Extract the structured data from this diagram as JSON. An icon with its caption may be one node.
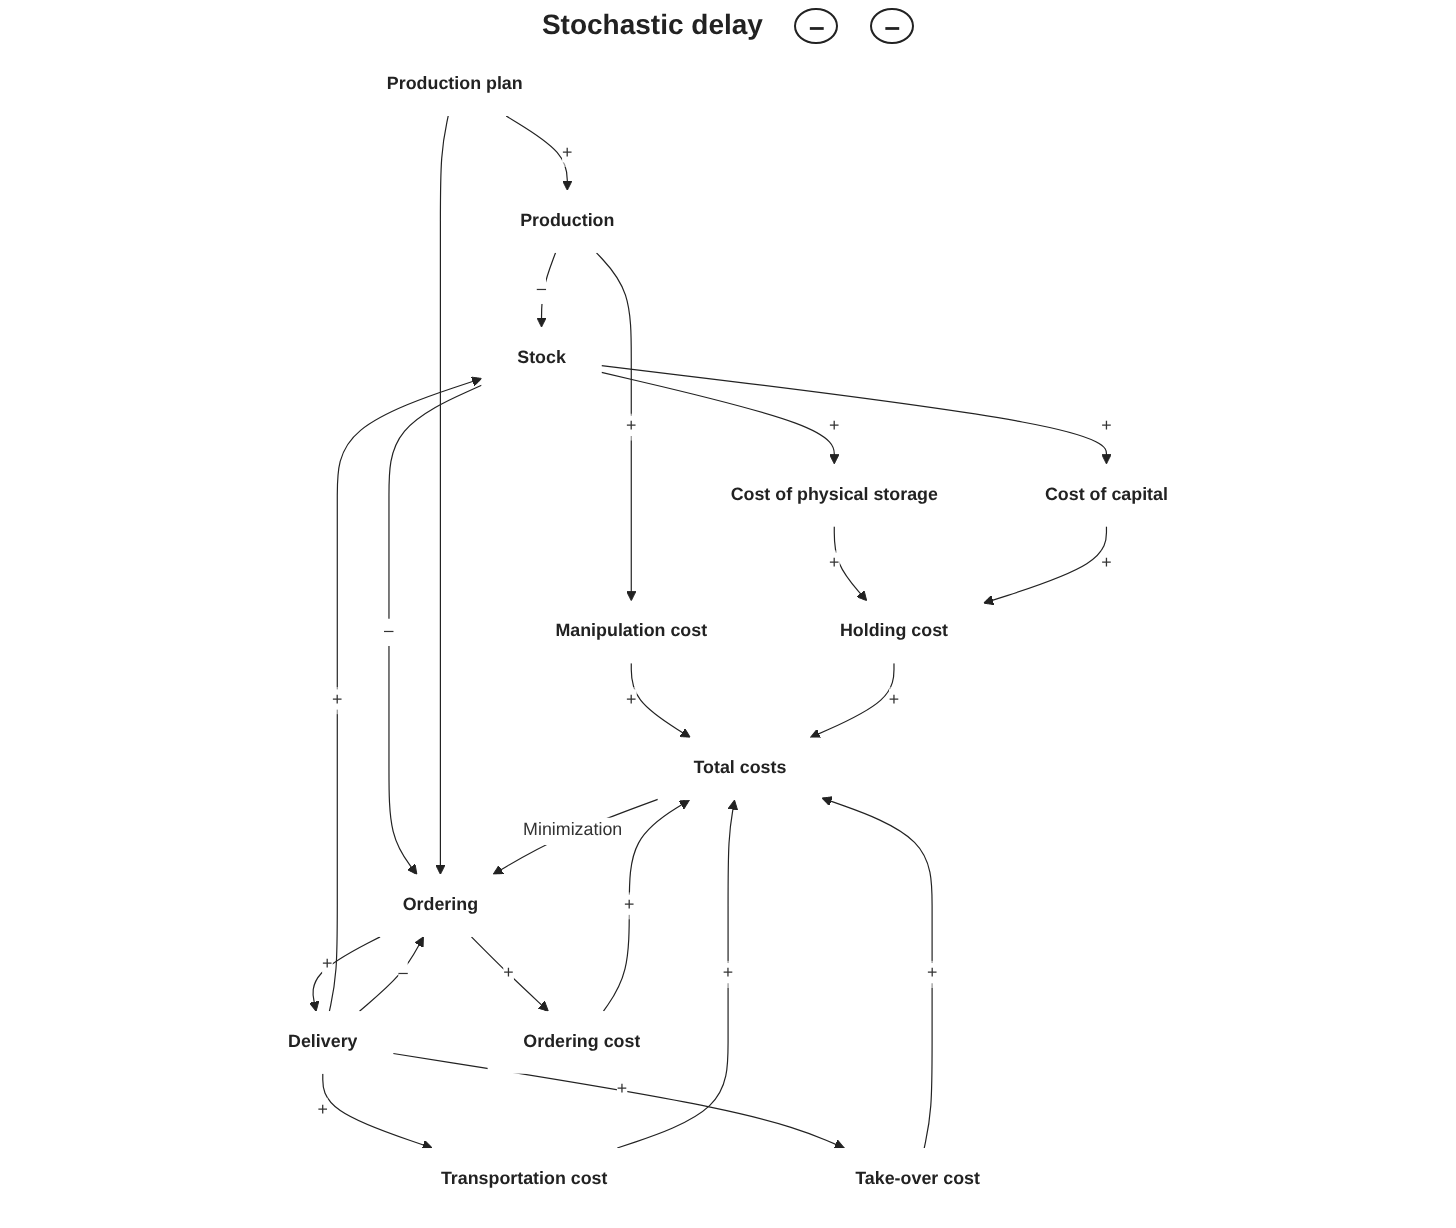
{
  "diagram": {
    "nodes": [
      {
        "text": [
          "Stock"
        ]
      },
      {
        "text": [
          "Cost of physical storage"
        ]
      },
      {
        "text": [
          "Production"
        ]
      },
      {
        "text": [
          "Cost of capital"
        ]
      },
      {
        "text": [
          "Delivery"
        ]
      },
      {
        "text": [
          "Production plan"
        ]
      },
      {
        "text": [
          "Ordering"
        ]
      },
      {
        "text": [
          "Transportation cost"
        ]
      },
      {
        "text": [
          "Holding cost"
        ]
      },
      {
        "text": [
          "Manipulation cost"
        ]
      },
      {
        "text": [
          "Take-over cost"
        ]
      },
      {
        "text": [
          "Ordering cost"
        ]
      },
      {
        "text": [
          "Total costs"
        ]
      }
    ],
    "edges": [
      {
        "from": 4,
        "to": 0,
        "arrow": "to",
        "label": "+"
      },
      {
        "from": 2,
        "to": 0,
        "arrow": "to",
        "label": "–"
      },
      {
        "from": 0,
        "to": 1,
        "arrow": "to",
        "label": "+"
      },
      {
        "from": 0,
        "to": 3,
        "arrow": "to",
        "label": "+"
      },
      {
        "from": 0,
        "to": 6,
        "arrow": "to",
        "label": "–"
      },
      {
        "from": 5,
        "to": 2,
        "arrow": "to",
        "label": "+"
      },
      {
        "from": 5,
        "to": 6,
        "arrow": "to"
      },
      {
        "from": 4,
        "to": 6,
        "arrow": "to",
        "label": "–"
      },
      {
        "from": 6,
        "to": 4,
        "arrow": "to",
        "label": "+"
      },
      {
        "from": 4,
        "to": 7,
        "arrow": "to",
        "label": "+"
      },
      {
        "from": 4,
        "to": 10,
        "arrow": "to",
        "label": "+"
      },
      {
        "from": 2,
        "to": 9,
        "arrow": "to",
        "label": "+"
      },
      {
        "from": 1,
        "to": 8,
        "arrow": "to",
        "label": "+"
      },
      {
        "from": 3,
        "to": 8,
        "arrow": "to",
        "label": "+"
      },
      {
        "from": 6,
        "to": 11,
        "arrow": "to",
        "label": "+"
      },
      {
        "from": 7,
        "to": 12,
        "arrow": "to",
        "label": "+"
      },
      {
        "from": 10,
        "to": 12,
        "arrow": "to",
        "label": "+"
      },
      {
        "from": 11,
        "to": 12,
        "arrow": "to",
        "label": "+"
      },
      {
        "from": 9,
        "to": 12,
        "arrow": "to",
        "label": "+"
      },
      {
        "from": 8,
        "to": 12,
        "arrow": "to",
        "label": "+"
      },
      {
        "from": 12,
        "to": 6,
        "arrow": "to",
        "label": "Minimization"
      }
    ],
    "labels": [
      "Stochastic delay",
      "–",
      "–"
    ]
  }
}
